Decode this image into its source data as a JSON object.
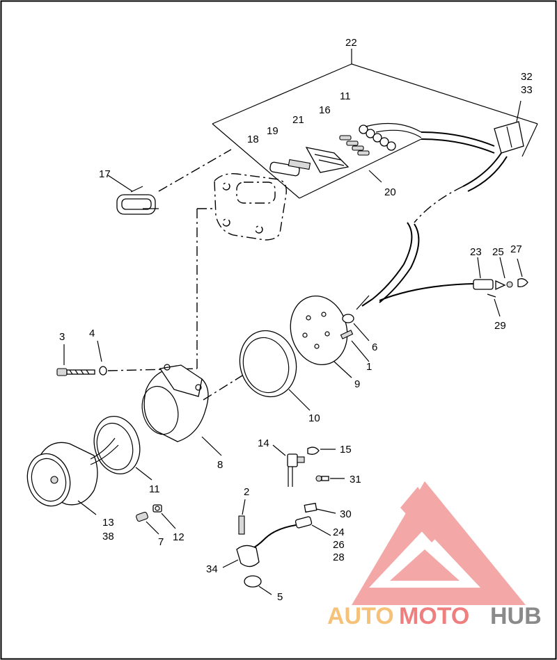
{
  "labels": {
    "l22": "22",
    "l32": "32",
    "l33": "33",
    "l11a": "11",
    "l16": "16",
    "l21": "21",
    "l19": "19",
    "l18": "18",
    "l17": "17",
    "l20": "20",
    "l23": "23",
    "l25": "25",
    "l27": "27",
    "l29": "29",
    "l6": "6",
    "l1": "1",
    "l3": "3",
    "l4": "4",
    "l9": "9",
    "l10": "10",
    "l8": "8",
    "l11b": "11",
    "l13": "13",
    "l38": "38",
    "l7": "7",
    "l12": "12",
    "l14": "14",
    "l15": "15",
    "l31": "31",
    "l2": "2",
    "l30": "30",
    "l24": "24",
    "l26": "26",
    "l28": "28",
    "l34": "34",
    "l5": "5"
  },
  "watermark": {
    "part1": "AUTO",
    "part2": "MOTO",
    "part3": "HUB",
    "color_auto": "#f6c27a",
    "color_moto": "#ef7f7f",
    "color_hub": "#8a8a8a",
    "logo_color": "#f08a8a"
  }
}
